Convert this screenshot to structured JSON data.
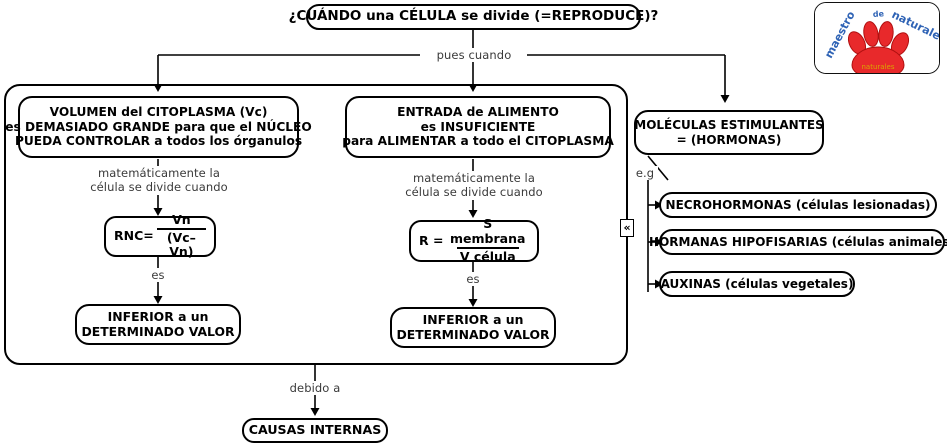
{
  "diagram": {
    "title_node": "¿CUÁNDO una CÉLULA se divide (=REPRODUCE)?",
    "branch_label": "pues cuando",
    "left_branch": {
      "condition": {
        "line1": "VOLUMEN del CITOPLASMA (Vc)",
        "line2": "es DEMASIADO GRANDE para que el NÚCLEO",
        "line3": "PUEDA CONTROLAR a todos los órganulos"
      },
      "connector1_line1": "matemáticamente la",
      "connector1_line2": "célula se divide cuando",
      "formula": {
        "lhs": "RNC=",
        "numerator": "Vn",
        "denominator": "(Vc–Vn)"
      },
      "connector2": "es",
      "result": {
        "line1": "INFERIOR a un",
        "line2": "DETERMINADO VALOR"
      }
    },
    "center_branch": {
      "condition": {
        "line1": "ENTRADA de ALIMENTO",
        "line2": "es INSUFICIENTE",
        "line3": "para ALIMENTAR a todo el CITOPLASMA"
      },
      "connector1_line1": "matemáticamente la",
      "connector1_line2": "célula se divide cuando",
      "formula": {
        "lhs": "R =",
        "numerator": "S membrana",
        "denominator": "V célula"
      },
      "connector2": "es",
      "result": {
        "line1": "INFERIOR a un",
        "line2": "DETERMINADO VALOR"
      }
    },
    "right_branch": {
      "header": {
        "line1": "MOLÉCULAS ESTIMULANTES",
        "line2": "= (HORMONAS)"
      },
      "eg_label": "e.g",
      "items": [
        "NECROHORMONAS (células lesionadas)",
        "HORMANAS HIPOFISARIAS (células animales)",
        "AUXINAS (células vegetales)"
      ]
    },
    "bottom": {
      "connector": "debido a",
      "node": "CAUSAS INTERNAS"
    },
    "collapse_marker": "«",
    "logo": {
      "text_left": "maestro",
      "text_mid": "de",
      "text_right": "naturales",
      "paw_color": "#e8292b",
      "text_color": "#2f63b5"
    }
  }
}
